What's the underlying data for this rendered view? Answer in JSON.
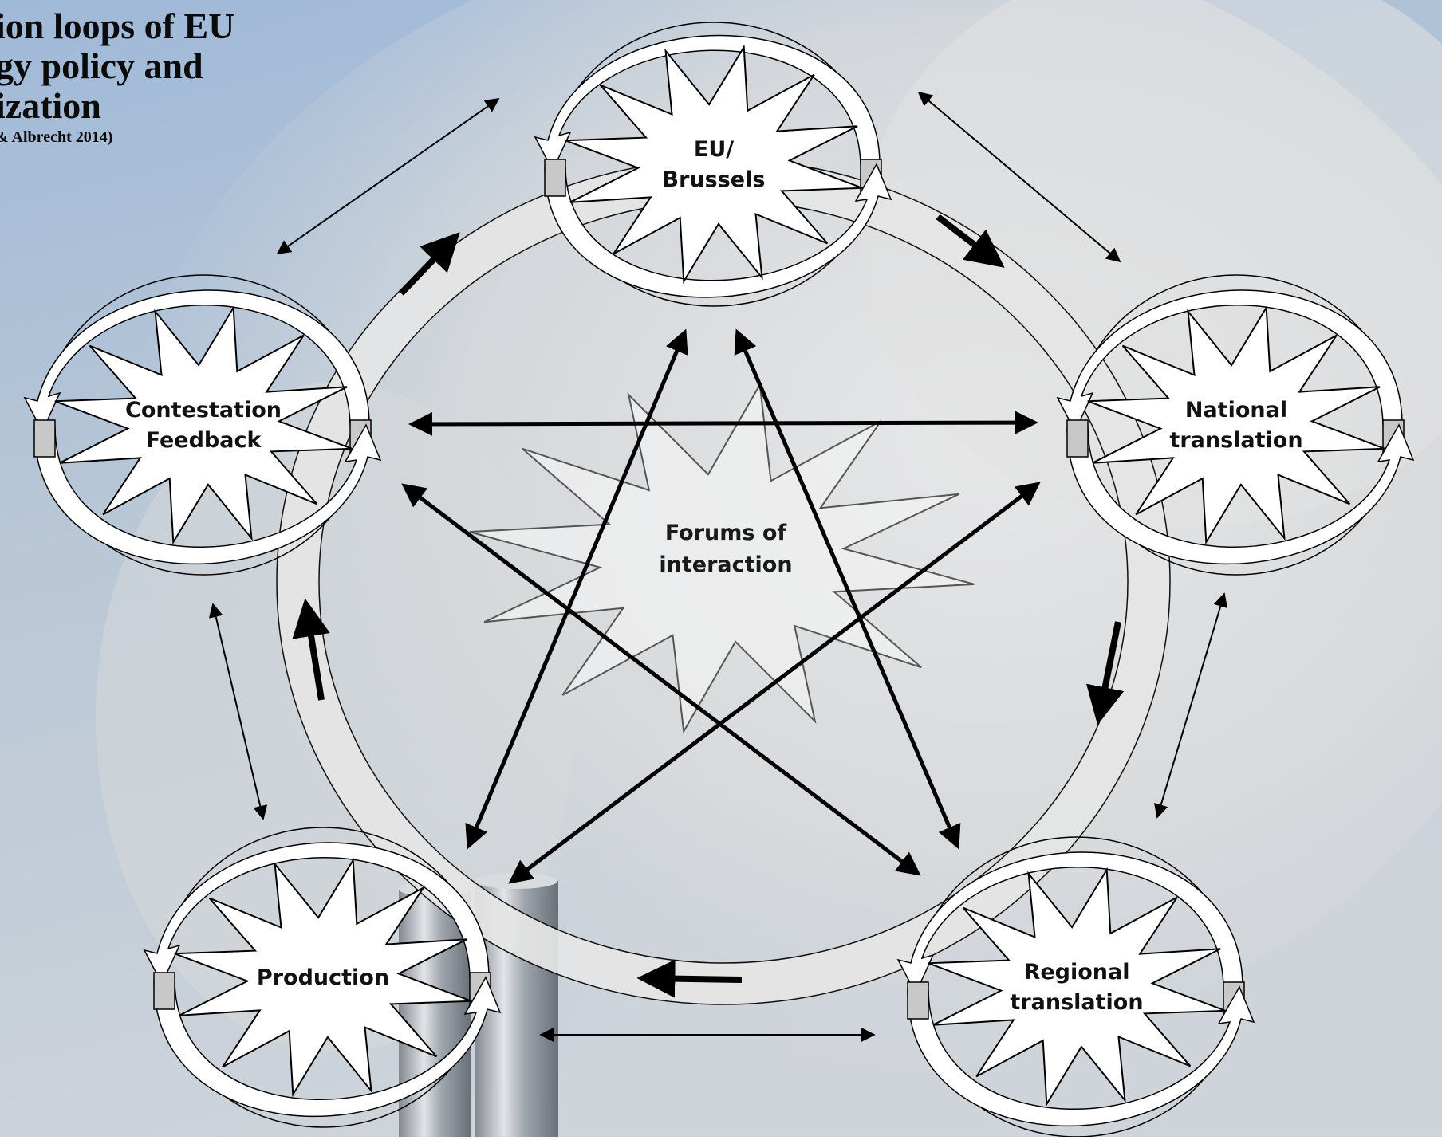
{
  "title": {
    "lines": [
      "ion loops of EU",
      "gy policy and",
      "ization"
    ],
    "citation": "& Albrecht 2014)"
  },
  "nodes": {
    "eu": {
      "lines": [
        "EU/",
        "Brussels"
      ]
    },
    "national": {
      "lines": [
        "National",
        "translation"
      ]
    },
    "regional": {
      "lines": [
        "Regional",
        "translation"
      ]
    },
    "production": {
      "lines": [
        "Production"
      ]
    },
    "contestation": {
      "lines": [
        "Contestation",
        "Feedback"
      ]
    },
    "center": {
      "lines": [
        "Forums of",
        "interaction"
      ]
    }
  },
  "colors": {
    "sky_top": "#9fbad9",
    "sky_bottom": "#d4d9df",
    "ring_fill": "#e6e6e6",
    "loop_fill": "#ffffff",
    "loop_tail": "#c8c8c8",
    "arrow": "#000000"
  }
}
